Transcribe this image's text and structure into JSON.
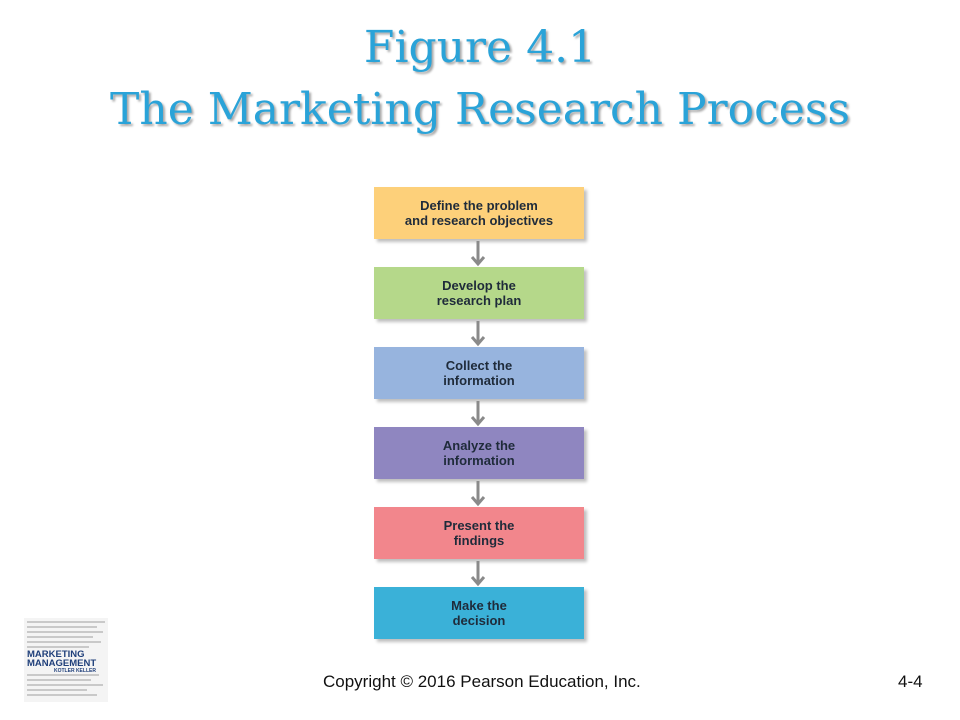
{
  "slide": {
    "title_line1": "Figure 4.1",
    "title_line2": "The Marketing Research Process"
  },
  "steps": [
    {
      "label": "Define the problem\nand research objectives",
      "color": "#fdd07a"
    },
    {
      "label": "Develop the\nresearch plan",
      "color": "#b5d88a"
    },
    {
      "label": "Collect the\ninformation",
      "color": "#97b4de"
    },
    {
      "label": "Analyze the\ninformation",
      "color": "#8f86c0"
    },
    {
      "label": "Present the\nfindings",
      "color": "#f2868c"
    },
    {
      "label": "Make the\ndecision",
      "color": "#3ab1d8"
    }
  ],
  "logo": {
    "line1": "MARKETING",
    "line2": "MANAGEMENT",
    "line3": "KOTLER KELLER"
  },
  "footer": {
    "copyright": "Copyright © 2016 Pearson Education, Inc.",
    "slide_number": "4-4"
  },
  "colors": {
    "title": "#2aa3d8",
    "arrow": "#8a8a8a"
  }
}
